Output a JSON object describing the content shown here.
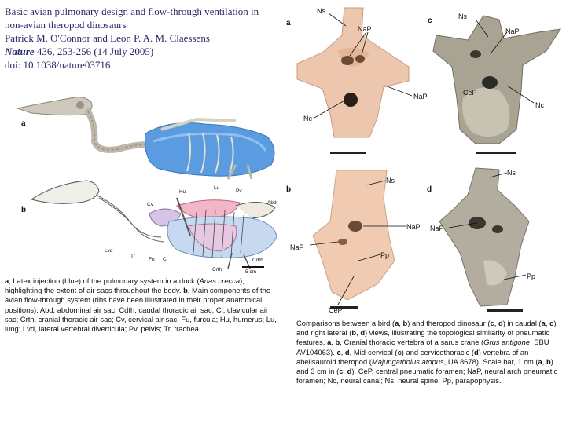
{
  "header": {
    "title_line1": "Basic avian pulmonary design and flow-through ventilation in",
    "title_line2": "non-avian theropod dinosaurs",
    "authors": "Patrick M. O'Connor and Leon P. A. M. Claessens",
    "journal": "Nature",
    "citation": " 436, 253-256 (14 July 2005)",
    "doi": "doi: 10.1038/nature03716"
  },
  "left_figure": {
    "label_a": "a",
    "label_b": "b",
    "scale_text": "5 cm",
    "labels": {
      "hu": "Hu",
      "lu": "Lu",
      "pv": "Pv",
      "abd": "Abd",
      "cv": "Cv",
      "lvd": "Lvd",
      "tr": "Tr",
      "fu": "Fu",
      "cl": "Cl",
      "crth": "Crth",
      "cdth": "Cdth"
    }
  },
  "left_caption": {
    "p1": "a",
    "p2": ", Latex injection (blue) of the pulmonary system in a duck (",
    "p3": "Anas crecca",
    "p4": "), highlighting the extent of air sacs throughout the body. ",
    "p5": "b",
    "p6": ", Main components of the avian flow-through system (ribs have been illustrated in their proper anatomical positions). Abd, abdominal air sac; Cdth, caudal thoracic air sac; Cl, clavicular air sac; Crth, cranial thoracic air sac; Cv, cervical air sac; Fu, furcula; Hu, humerus; Lu, lung; Lvd, lateral vertebral diverticula; Pv, pelvis; Tr, trachea."
  },
  "right_figure": {
    "label_a": "a",
    "label_b": "b",
    "label_c": "c",
    "label_d": "d",
    "a": {
      "ns": "Ns",
      "nap": "NaP",
      "nap2": "NaP",
      "nc": "Nc"
    },
    "b": {
      "ns": "Ns",
      "nap": "NaP",
      "pp": "Pp",
      "cep": "CeP"
    },
    "c": {
      "ns": "Ns",
      "nap": "NaP",
      "nc": "Nc",
      "cep": "CeP"
    },
    "d": {
      "ns": "Ns",
      "nap": "NaP",
      "pp": "Pp"
    }
  },
  "right_caption": {
    "t1": "Comparisons between a bird (",
    "t2": "a",
    "t3": ", ",
    "t4": "b",
    "t5": ") and theropod dinosaur (",
    "t6": "c",
    "t7": ", ",
    "t8": "d",
    "t9": ") in caudal (",
    "t10": "a",
    "t11": ", ",
    "t12": "c",
    "t13": ") and right lateral (",
    "t14": "b",
    "t15": ", ",
    "t16": "d",
    "t17": ") views, illustrating the topological similarity of pneumatic features. ",
    "t18": "a",
    "t19": ", ",
    "t20": "b",
    "t21": ", Cranial thoracic vertebra of a sarus crane (",
    "t22": "Grus antigone",
    "t23": ", SBU AV104063). ",
    "t24": "c",
    "t25": ", ",
    "t26": "d",
    "t27": ", Mid-cervical (",
    "t28": "c",
    "t29": ") and cervicothoracic (",
    "t30": "d",
    "t31": ") vertebra of an abelisauroid theropod (",
    "t32": "Majungatholus atopus",
    "t33": ", UA 8678). Scale bar, 1 cm (",
    "t34": "a",
    "t35": ", ",
    "t36": "b",
    "t37": ") and 3 cm in (",
    "t38": "c",
    "t39": ", ",
    "t40": "d",
    "t41": "). CeP, central pneumatic foramen; NaP, neural arch pneumatic foramen; Nc, neural canal; Ns, neural spine; Pp, parapophysis."
  }
}
